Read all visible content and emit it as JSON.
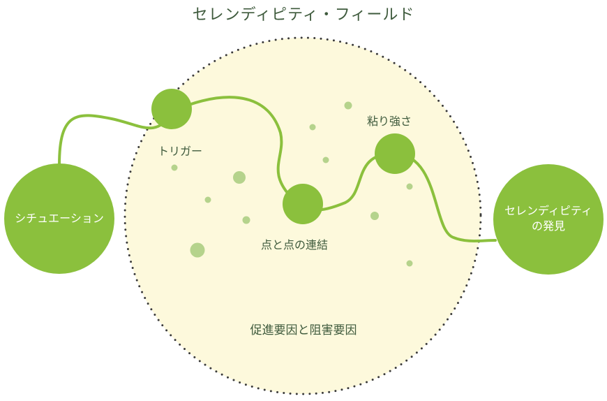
{
  "title": "セレンディピティ・フィールド",
  "field_label": "促進要因と阻害要因",
  "nodes": {
    "situation": "シチュエーション",
    "discovery_line1": "セレンディピティ",
    "discovery_line2": "の発見"
  },
  "stages": {
    "trigger": "トリガー",
    "connecting_dots": "点と点の連結",
    "persistence": "粘り強さ"
  },
  "colors": {
    "node_green": "#8bc03d",
    "line_green": "#8bc03d",
    "field_fill": "#fdf9dc",
    "field_border_dots": "#3b3b3b",
    "particle": "#b5d38c",
    "text_dark": "#3e5a3c"
  }
}
